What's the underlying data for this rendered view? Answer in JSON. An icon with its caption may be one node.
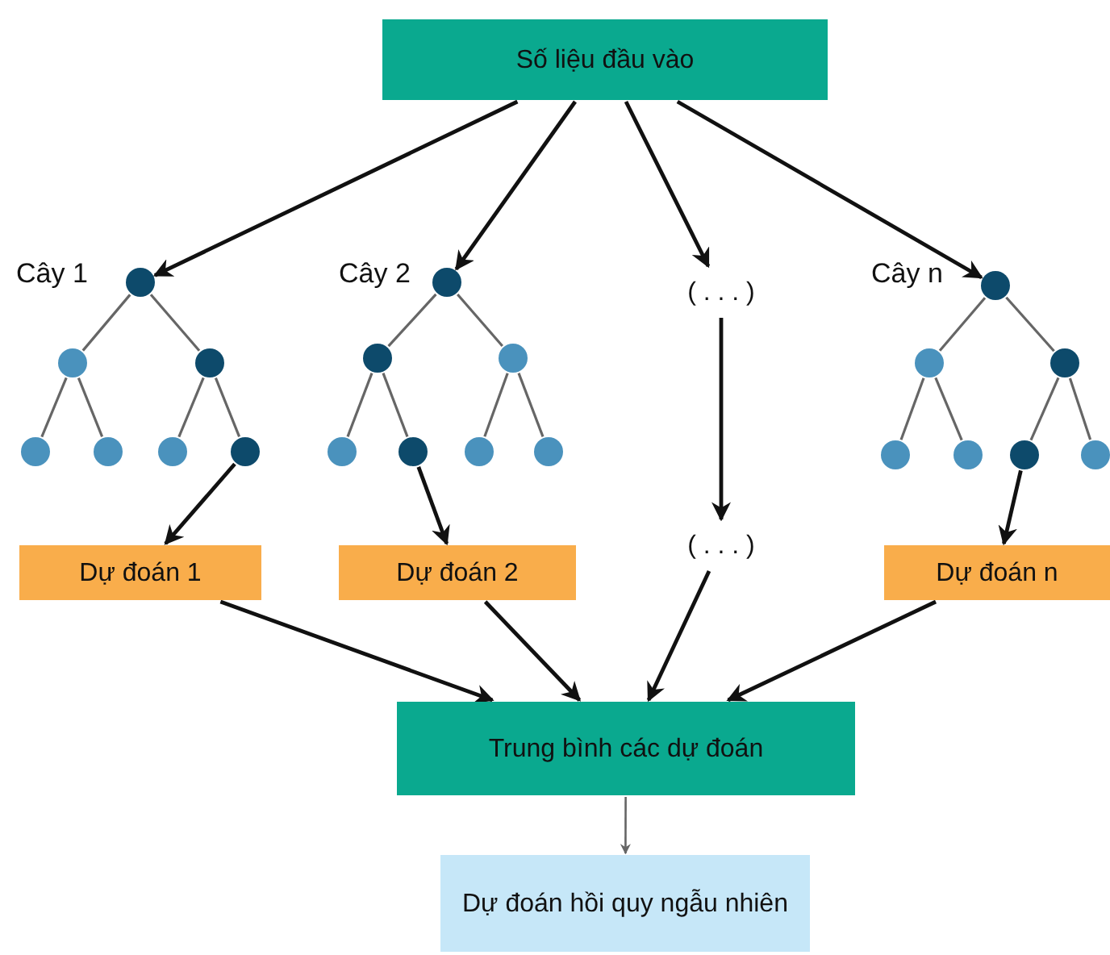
{
  "diagram": {
    "nodes": [
      {
        "text": [
          "Số liệu đầu vào"
        ]
      },
      {
        "text": [],
        "shape": "circle",
        "beside": [
          "Cây 1"
        ]
      },
      {
        "text": [],
        "shape": "circle"
      },
      {
        "text": [],
        "shape": "circle"
      },
      {
        "text": [],
        "shape": "circle"
      },
      {
        "text": [],
        "shape": "circle"
      },
      {
        "text": [],
        "shape": "circle"
      },
      {
        "text": [],
        "shape": "circle"
      },
      {
        "text": [],
        "shape": "circle",
        "beside": [
          "Cây 2"
        ]
      },
      {
        "text": [],
        "shape": "circle"
      },
      {
        "text": [],
        "shape": "circle"
      },
      {
        "text": [],
        "shape": "circle"
      },
      {
        "text": [],
        "shape": "circle"
      },
      {
        "text": [],
        "shape": "circle"
      },
      {
        "text": [],
        "shape": "circle"
      },
      {
        "text": [
          "( . . . )"
        ]
      },
      {
        "text": [],
        "shape": "circle",
        "beside": [
          "Cây n"
        ]
      },
      {
        "text": [],
        "shape": "circle"
      },
      {
        "text": [],
        "shape": "circle"
      },
      {
        "text": [],
        "shape": "circle"
      },
      {
        "text": [],
        "shape": "circle"
      },
      {
        "text": [],
        "shape": "circle"
      },
      {
        "text": [],
        "shape": "circle"
      },
      {
        "text": [
          "Dự đoán 1"
        ]
      },
      {
        "text": [
          "Dự đoán 2"
        ]
      },
      {
        "text": [
          "( . . . )"
        ]
      },
      {
        "text": [
          "Dự đoán n"
        ]
      },
      {
        "text": [
          "Trung bình các dự đoán"
        ]
      },
      {
        "text": [
          "Dự đoán hồi quy ngẫu nhiên"
        ]
      }
    ],
    "edges": [
      {
        "from": 0,
        "to": 1,
        "arrow": "to"
      },
      {
        "from": 0,
        "to": 8,
        "arrow": "to"
      },
      {
        "from": 0,
        "to": 15,
        "arrow": "to"
      },
      {
        "from": 0,
        "to": 16,
        "arrow": "to"
      },
      {
        "from": 1,
        "to": 2,
        "arrow": "none"
      },
      {
        "from": 1,
        "to": 3,
        "arrow": "none"
      },
      {
        "from": 2,
        "to": 4,
        "arrow": "none"
      },
      {
        "from": 2,
        "to": 5,
        "arrow": "none"
      },
      {
        "from": 3,
        "to": 6,
        "arrow": "none"
      },
      {
        "from": 3,
        "to": 7,
        "arrow": "none"
      },
      {
        "from": 8,
        "to": 9,
        "arrow": "none"
      },
      {
        "from": 8,
        "to": 10,
        "arrow": "none"
      },
      {
        "from": 9,
        "to": 11,
        "arrow": "none"
      },
      {
        "from": 9,
        "to": 12,
        "arrow": "none"
      },
      {
        "from": 10,
        "to": 13,
        "arrow": "none"
      },
      {
        "from": 10,
        "to": 14,
        "arrow": "none"
      },
      {
        "from": 16,
        "to": 17,
        "arrow": "none"
      },
      {
        "from": 16,
        "to": 18,
        "arrow": "none"
      },
      {
        "from": 17,
        "to": 19,
        "arrow": "none"
      },
      {
        "from": 17,
        "to": 20,
        "arrow": "none"
      },
      {
        "from": 18,
        "to": 21,
        "arrow": "none"
      },
      {
        "from": 18,
        "to": 22,
        "arrow": "none"
      },
      {
        "from": 7,
        "to": 23,
        "arrow": "to"
      },
      {
        "from": 12,
        "to": 24,
        "arrow": "to"
      },
      {
        "from": 15,
        "to": 25,
        "arrow": "to"
      },
      {
        "from": 21,
        "to": 26,
        "arrow": "to"
      },
      {
        "from": 23,
        "to": 27,
        "arrow": "to"
      },
      {
        "from": 24,
        "to": 27,
        "arrow": "to"
      },
      {
        "from": 25,
        "to": 27,
        "arrow": "to"
      },
      {
        "from": 26,
        "to": 27,
        "arrow": "to"
      },
      {
        "from": 27,
        "to": 28,
        "arrow": "to",
        "color": "#666666"
      }
    ]
  }
}
